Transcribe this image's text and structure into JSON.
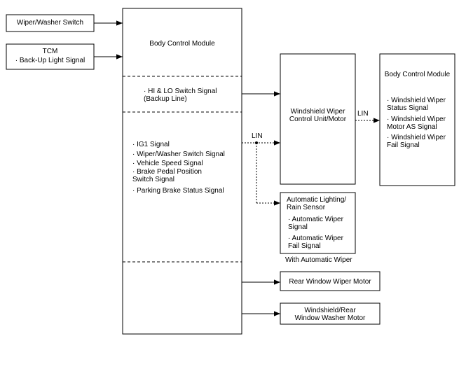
{
  "inputs": {
    "wiper_switch": "Wiper/Washer Switch",
    "tcm_title": "TCM",
    "tcm_signal": "· Back-Up Light Signal"
  },
  "bcm_main": {
    "title": "Body Control Module",
    "hi_lo_line1": "· HI & LO Switch Signal",
    "hi_lo_line2": "(Backup Line)",
    "signals": [
      "· IG1 Signal",
      "· Wiper/Washer Switch Signal",
      "· Vehicle Speed Signal",
      "· Brake Pedal Position",
      "Switch Signal",
      "· Parking Brake Status Signal"
    ]
  },
  "links": {
    "lin_left": "LIN",
    "lin_right": "LIN"
  },
  "wiper_unit": {
    "line1": "Windshield Wiper",
    "line2": "Control Unit/Motor"
  },
  "bcm_right": {
    "title": "Body Control Module",
    "signals": [
      "· Windshield Wiper",
      "Status Signal",
      "· Windshield Wiper",
      "Motor AS Signal",
      "· Windshield Wiper",
      "Fail Signal"
    ]
  },
  "rain_sensor": {
    "title1": "Automatic Lighting/",
    "title2": "Rain Sensor",
    "signals": [
      "· Automatic Wiper",
      "Signal",
      "· Automatic Wiper",
      "Fail Signal"
    ],
    "note": "With Automatic Wiper"
  },
  "rear_motor": {
    "label": "Rear Window Wiper Motor"
  },
  "washer_motor": {
    "line1": "Windshield/Rear",
    "line2": "Window Washer Motor"
  }
}
